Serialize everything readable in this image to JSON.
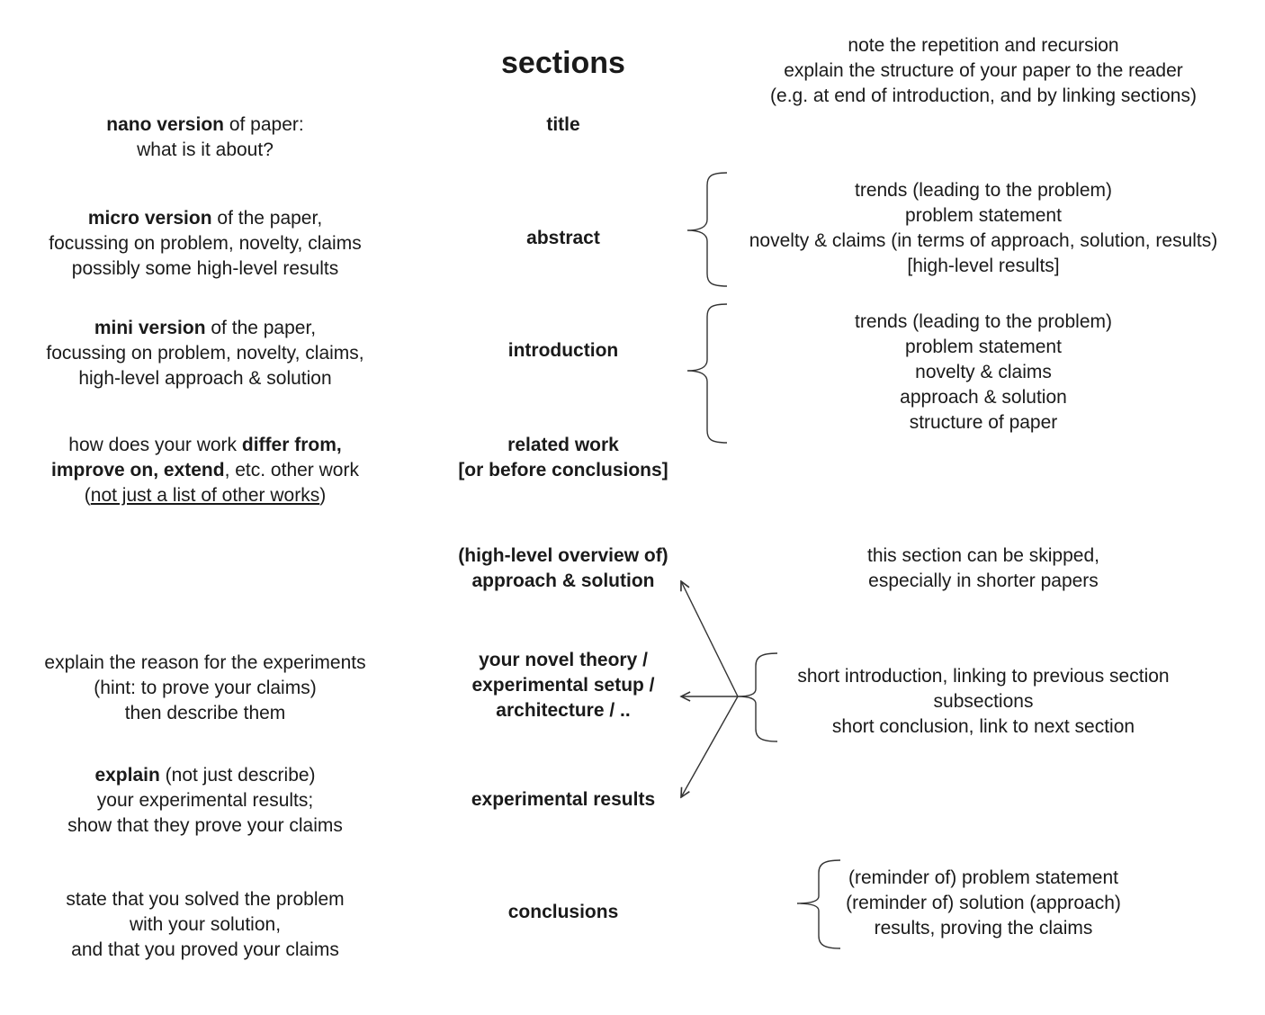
{
  "header": {
    "title": "sections",
    "note_lines": [
      "note the repetition and recursion",
      "explain the structure of your paper to the reader",
      "(e.g. at end of introduction, and by linking sections)"
    ]
  },
  "sections": {
    "title": "title",
    "abstract": "abstract",
    "introduction": "introduction",
    "related_work": [
      "related work",
      "[or before conclusions]"
    ],
    "overview": [
      "(high-level overview of)",
      "approach & solution"
    ],
    "theory": [
      "your novel theory /",
      "experimental setup /",
      "architecture / .."
    ],
    "results": "experimental results",
    "conclusions": "conclusions"
  },
  "left": {
    "nano": {
      "bold": "nano version",
      "rest": " of paper:",
      "line2": "what is it about?"
    },
    "micro": {
      "bold": "micro version",
      "rest": " of the paper,",
      "line2": "focussing on problem, novelty, claims",
      "line3": "possibly some high-level results"
    },
    "mini": {
      "bold": "mini version",
      "rest": " of the paper,",
      "line2": "focussing on problem, novelty, claims,",
      "line3": "high-level approach & solution"
    },
    "related": {
      "l1_pre": "how does your work ",
      "l1_bold": "differ from,",
      "l2_bold": "improve on, extend",
      "l2_rest": ", etc. other work",
      "l3_open": "(",
      "l3_u": "not just a list of other works",
      "l3_close": ")"
    },
    "experiments": [
      "explain the reason for the experiments",
      "(hint: to prove your claims)",
      "then describe them"
    ],
    "explain": {
      "bold": "explain",
      "rest": " (not just describe)",
      "line2": "your experimental results;",
      "line3": "show that they prove your claims"
    },
    "conclude": [
      "state that you solved the problem",
      "with your solution,",
      "and that you proved your claims"
    ]
  },
  "right": {
    "abstract_items": [
      "trends (leading to the problem)",
      "problem statement",
      "novelty & claims (in terms of approach, solution, results)",
      "[high-level results]"
    ],
    "intro_items": [
      "trends (leading to the problem)",
      "problem statement",
      "novelty & claims",
      "approach & solution",
      "structure of paper"
    ],
    "skip_note": [
      "this section can be skipped,",
      "especially in shorter papers"
    ],
    "subsection_items": [
      "short introduction, linking to previous section",
      "subsections",
      "short conclusion, link to next section"
    ],
    "conclusion_items": [
      "(reminder of) problem statement",
      "(reminder of) solution (approach)",
      "results, proving the claims"
    ]
  },
  "colors": {
    "text": "#1a1a1a",
    "lines": "#333333",
    "background": "#ffffff"
  }
}
